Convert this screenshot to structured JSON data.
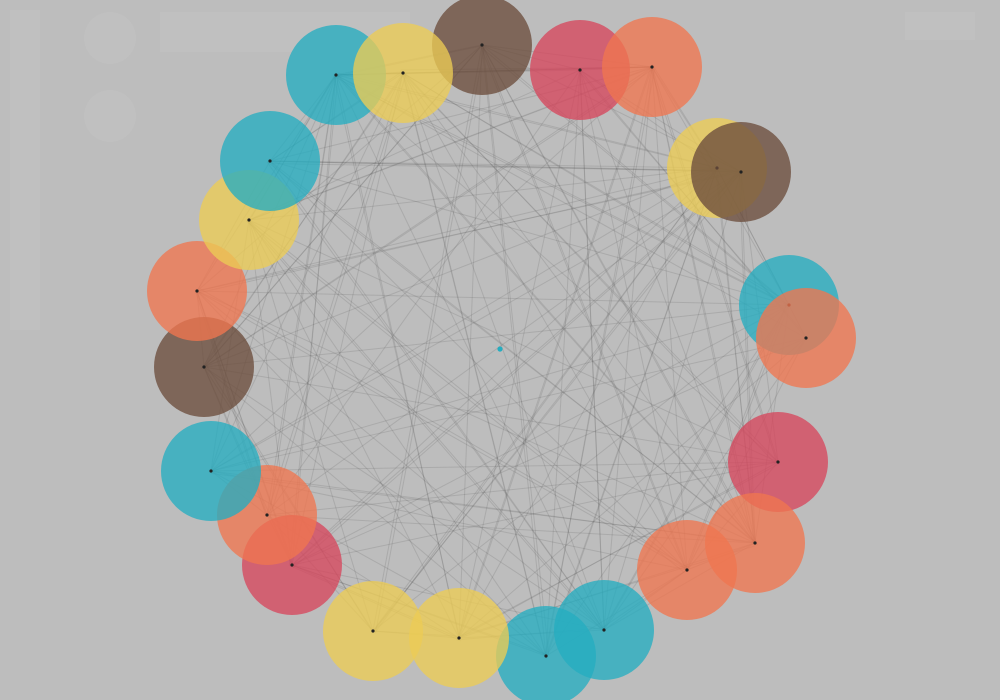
{
  "palette": {
    "teal": "#25adc0",
    "yellow": "#eccc55",
    "brown": "#6b4d3c",
    "red": "#d6465c",
    "orange": "#ef7650",
    "center_dot": "#25adc0",
    "edge": "#4a4a4a",
    "background": "#bdbdbd"
  },
  "graph": {
    "layout": "circular",
    "nodes": [
      {
        "id": 0,
        "color": "brown"
      },
      {
        "id": 1,
        "color": "red"
      },
      {
        "id": 2,
        "color": "orange"
      },
      {
        "id": 3,
        "color": "yellow"
      },
      {
        "id": 4,
        "color": "brown"
      },
      {
        "id": 5,
        "color": "teal"
      },
      {
        "id": 6,
        "color": "orange"
      },
      {
        "id": 7,
        "color": "red"
      },
      {
        "id": 8,
        "color": "orange"
      },
      {
        "id": 9,
        "color": "orange"
      },
      {
        "id": 10,
        "color": "teal"
      },
      {
        "id": 11,
        "color": "teal"
      },
      {
        "id": 12,
        "color": "yellow"
      },
      {
        "id": 13,
        "color": "yellow"
      },
      {
        "id": 14,
        "color": "red"
      },
      {
        "id": 15,
        "color": "orange"
      },
      {
        "id": 16,
        "color": "teal"
      },
      {
        "id": 17,
        "color": "brown"
      },
      {
        "id": 18,
        "color": "orange"
      },
      {
        "id": 19,
        "color": "yellow"
      },
      {
        "id": 20,
        "color": "teal"
      },
      {
        "id": 21,
        "color": "teal"
      },
      {
        "id": 22,
        "color": "yellow"
      }
    ],
    "edge_density": 0.55,
    "center_marker": true
  }
}
